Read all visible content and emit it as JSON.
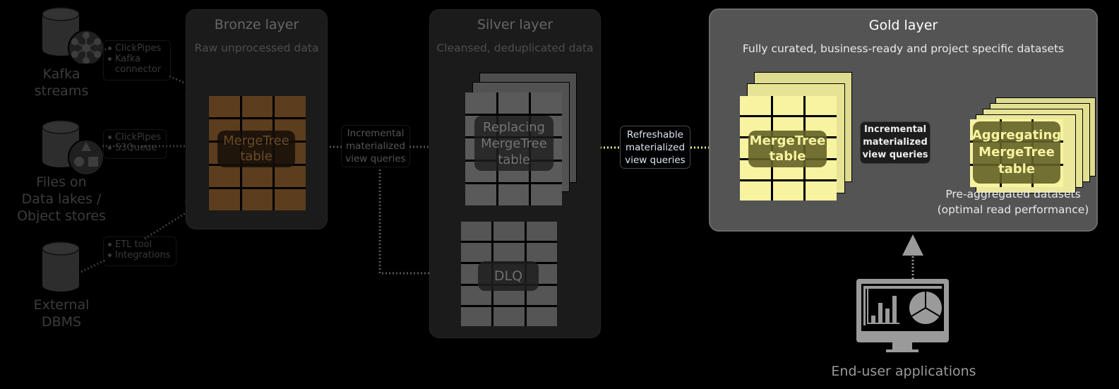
{
  "sources": [
    {
      "label_line1": "Kafka",
      "label_line2": "streams",
      "icon": "kafka-icon",
      "tags": [
        "ClickPipes",
        "Kafka connector"
      ]
    },
    {
      "label_line1": "Files on",
      "label_line2": "Data lakes /",
      "label_line3": "Object stores",
      "icon": "shapes-icon",
      "tags": [
        "ClickPipes",
        "S3Queue"
      ]
    },
    {
      "label_line1": "External",
      "label_line2": "DBMS",
      "icon": "database-icon",
      "tags": [
        "ETL tool",
        "Integrations"
      ]
    }
  ],
  "bronze": {
    "title": "Bronze layer",
    "subtitle": "Raw unprocessed data",
    "table_line1": "MergeTree",
    "table_line2": "table",
    "color": "#5c3d1e"
  },
  "silver": {
    "title": "Silver layer",
    "subtitle": "Cleansed, deduplicated data",
    "table_line1": "Replacing",
    "table_line2": "MergeTree",
    "table_line3": "table",
    "dlq": "DLQ",
    "color": "#5a5a5a"
  },
  "gold": {
    "title": "Gold layer",
    "subtitle": "Fully curated, business-ready and project specific datasets",
    "table_line1": "MergeTree",
    "table_line2": "table",
    "agg_line1": "Aggregating",
    "agg_line2": "MergeTree",
    "agg_line3": "table",
    "agg_note_line1": "Pre-aggregated datasets",
    "agg_note_line2": "(optimal read performance)",
    "color": "#f7f3a0"
  },
  "connectors": {
    "bronze_to_silver": [
      "Incremental",
      "materialized",
      "view queries"
    ],
    "silver_to_gold": [
      "Refreshable",
      "materialized",
      "view queries"
    ],
    "gold_internal": [
      "Incremental",
      "materialized",
      "view queries"
    ]
  },
  "consumer": {
    "label": "End-user applications",
    "icon": "monitor-chart-icon"
  }
}
